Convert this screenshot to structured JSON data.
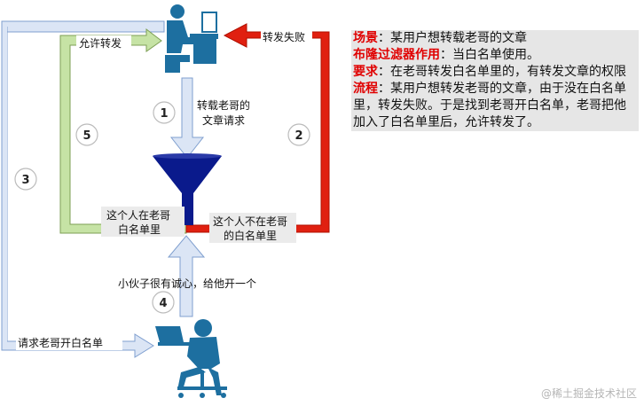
{
  "labels": {
    "allow_forward": "允许转发",
    "forward_failed": "转发失败",
    "forward_request_line1": "转载老哥的",
    "forward_request_line2": "文章请求",
    "in_whitelist_line1": "这个人在老哥",
    "in_whitelist_line2": "白名单里",
    "not_in_whitelist_line1": "这个人不在老哥",
    "not_in_whitelist_line2": "的白名单里",
    "sincere_open": "小伙子很有诚心，给他开一个",
    "request_open_whitelist": "请求老哥开白名单"
  },
  "steps": {
    "s1": "1",
    "s2": "2",
    "s3": "3",
    "s4": "4",
    "s5": "5"
  },
  "info": {
    "scene_key": "场景",
    "scene_text": "：某用户想转载老哥的文章",
    "filter_key": "布隆过滤器作用",
    "filter_text": "：当白名单使用。",
    "require_key": "要求",
    "require_text": "：在老哥转发白名单里的，有转发文章的权限",
    "flow_key": "流程",
    "flow_text": "：某用户想转发老哥的文章，由于没在白名单里，转发失败。于是找到老哥开白名单，老哥把他加入了白名单里后，允许转发了。"
  },
  "watermark": "@稀土掘金技术社区",
  "colors": {
    "blue_line": "#dbe5f5",
    "blue_outline": "#7f9fcf",
    "green_line": "#c6e3a5",
    "green_outline": "#7d9f55",
    "red_line": "#e02010",
    "funnel": "#0a1a8c",
    "person": "#1d6fa0",
    "key_text": "#e00000"
  },
  "icons": [
    "user-at-desk-icon",
    "funnel-filter-icon",
    "person-with-laptop-icon"
  ]
}
